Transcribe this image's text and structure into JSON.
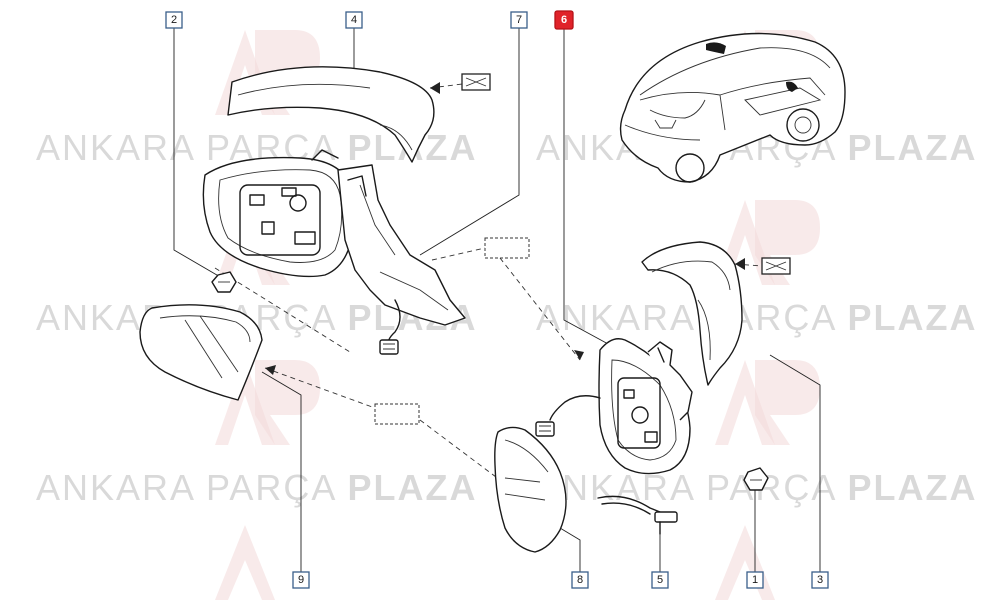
{
  "watermark": {
    "text_light": "ANKARA PARÇA",
    "text_bold": "PLAZA",
    "logo_color": "#e0232a",
    "text_color": "#d0d0d0"
  },
  "callouts": [
    {
      "id": "c2",
      "label": "2",
      "highlight": false
    },
    {
      "id": "c4",
      "label": "4",
      "highlight": false
    },
    {
      "id": "c7",
      "label": "7",
      "highlight": false
    },
    {
      "id": "c6",
      "label": "6",
      "highlight": true
    },
    {
      "id": "c9",
      "label": "9",
      "highlight": false
    },
    {
      "id": "c8",
      "label": "8",
      "highlight": false
    },
    {
      "id": "c5",
      "label": "5",
      "highlight": false
    },
    {
      "id": "c1",
      "label": "1",
      "highlight": false
    },
    {
      "id": "c3",
      "label": "3",
      "highlight": false
    }
  ],
  "colors": {
    "callout_border": "#3a5f8a",
    "callout_highlight": "#e0232a",
    "line": "#1a1a1a"
  },
  "icons": [
    "car-rear-view-icon",
    "connector-plug-icon"
  ]
}
